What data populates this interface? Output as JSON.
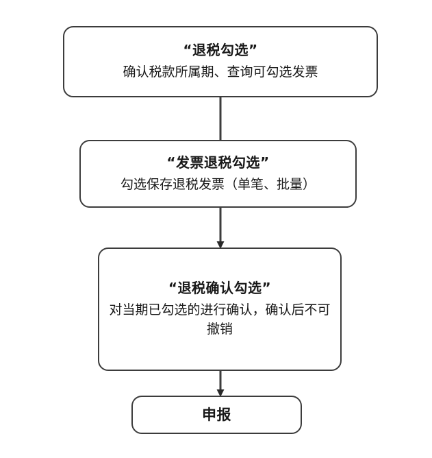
{
  "diagram": {
    "type": "vertical-flowchart",
    "orientation": "top-to-bottom",
    "background_color": "#ffffff",
    "node_border_color": "#3c3c3c",
    "node_fill_color": "#ffffff",
    "text_color": "#181818",
    "connector_color": "#3c3c3c",
    "nodes": [
      {
        "id": "refund-check",
        "title": "“退税勾选”",
        "desc": "确认税款所属期、查询可勾选发票"
      },
      {
        "id": "invoice-refund-check",
        "title": "“发票退税勾选”",
        "desc": "勾选保存退税发票（单笔、批量）"
      },
      {
        "id": "refund-confirm-check",
        "title": "“退税确认勾选”",
        "desc": "对当期已勾选的进行确认，确认后不可撤销"
      },
      {
        "id": "declare",
        "title": "申报",
        "desc": ""
      }
    ],
    "connectors": [
      {
        "id": "conn-1",
        "from": "refund-check",
        "to": "invoice-refund-check",
        "arrowhead": false
      },
      {
        "id": "conn-2",
        "from": "invoice-refund-check",
        "to": "refund-confirm-check",
        "arrowhead": true
      },
      {
        "id": "conn-3",
        "from": "refund-confirm-check",
        "to": "declare",
        "arrowhead": true
      }
    ]
  }
}
